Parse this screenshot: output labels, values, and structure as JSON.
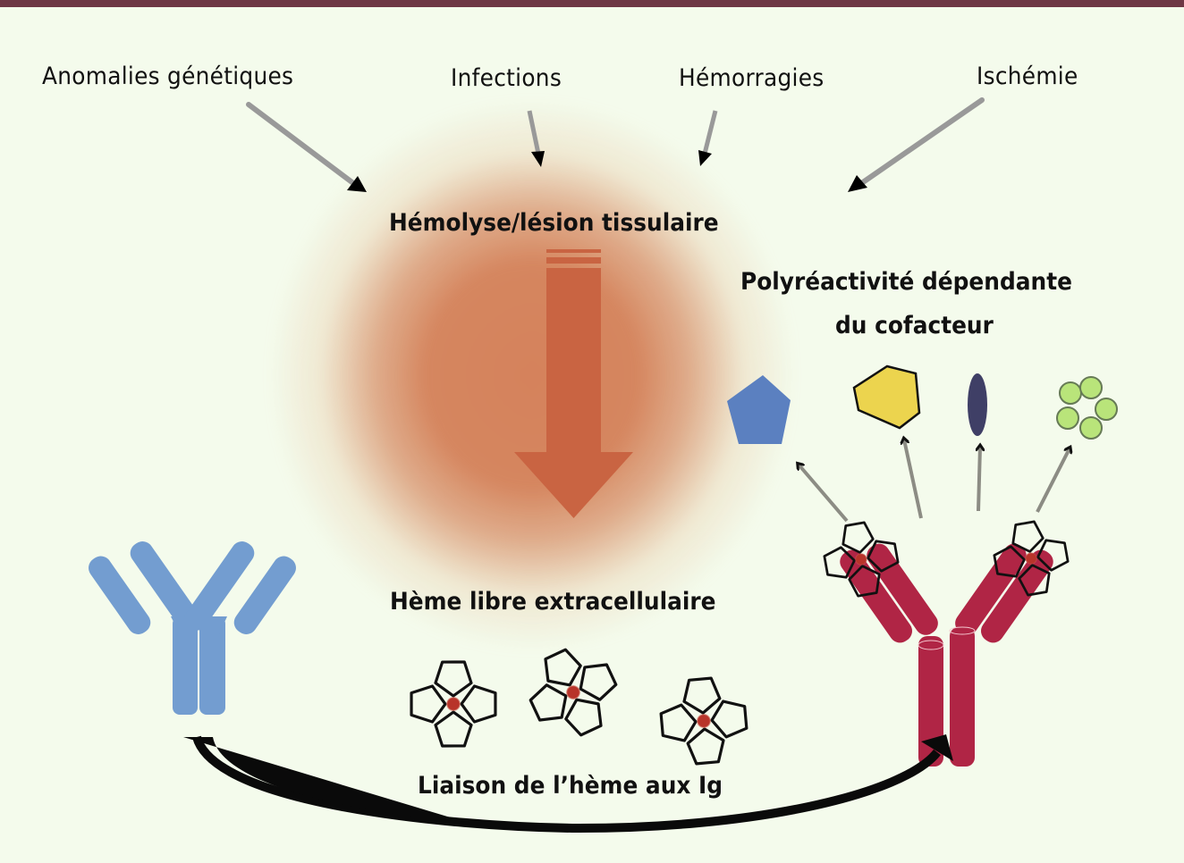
{
  "diagram": {
    "causes": [
      {
        "label": "Anomalies génétiques"
      },
      {
        "label": "Infections"
      },
      {
        "label": "Hémorragies"
      },
      {
        "label": "Ischémie"
      }
    ],
    "central_event": "Hémolyse/lésion tissulaire",
    "free_heme": "Hème libre extracellulaire",
    "binding_label": "Liaison de l’hème aux Ig",
    "polyreactivity_line1": "Polyréactivité dépendante",
    "polyreactivity_line2": "du cofacteur",
    "antigens": [
      {
        "shape": "pentagon",
        "color": "#5b80c0"
      },
      {
        "shape": "hexagon",
        "color": "#ecd44e"
      },
      {
        "shape": "ellipse",
        "color": "#3f3f66"
      },
      {
        "shape": "ring-of-circles",
        "color": "#b9e47a"
      }
    ],
    "colors": {
      "top_bar": "#6e3745",
      "background": "#f4fbec",
      "central_arrow": "#c96442",
      "glow": "#d5825c",
      "naive_ig": "#739dd0",
      "heme_bound_ig": "#b02545",
      "heme_iron": "#b8342a",
      "gray_arrow": "#8c8c84"
    }
  }
}
